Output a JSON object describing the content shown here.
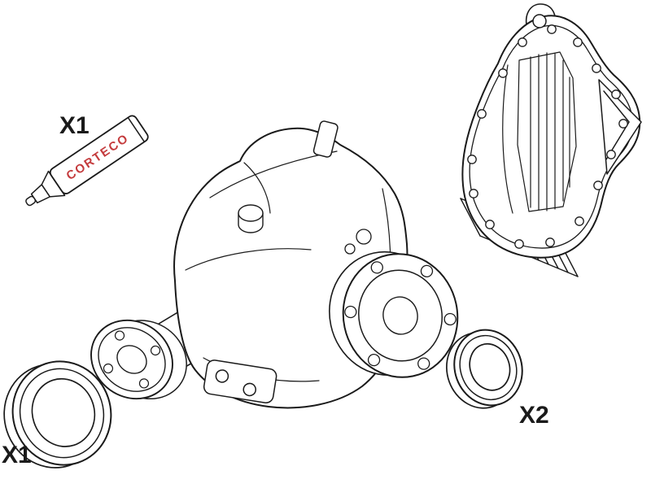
{
  "canvas": {
    "background_color": "#ffffff",
    "line_color": "#1a1a1a"
  },
  "labels": {
    "sealant": "X1",
    "seal_left": "X1",
    "seal_right": "X2"
  },
  "tube_brand": {
    "text": "CORTECO",
    "color": "#c43b3d"
  },
  "parts": [
    "sealant-tube",
    "differential-housing",
    "rear-cover-gasket",
    "shaft-seal-left",
    "shaft-seal-right"
  ]
}
